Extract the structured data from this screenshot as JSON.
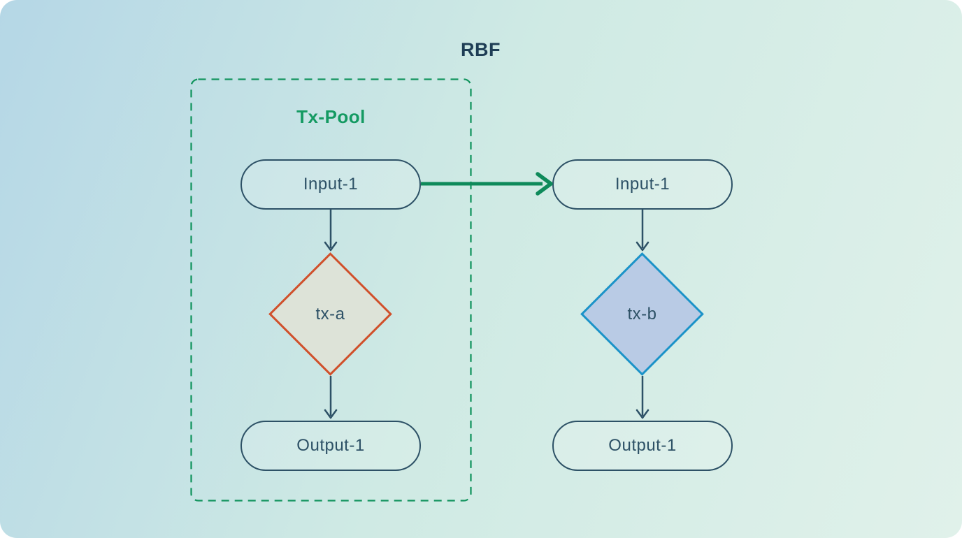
{
  "title": "RBF",
  "pool": {
    "label": "Tx-Pool",
    "input": "Input-1",
    "tx": "tx-a",
    "output": "Output-1"
  },
  "replacement": {
    "input": "Input-1",
    "tx": "tx-b",
    "output": "Output-1"
  },
  "colors": {
    "bg-top-left": "#b5d7e6",
    "bg-mid": "#cfeae4",
    "bg-right": "#e0f1ea",
    "title-navy": "#1e3d55",
    "node-navy": "#2d5166",
    "pool-green": "#12945e",
    "pool-title-green": "#149a62",
    "rbf-green": "#0e8a5a",
    "txa-border": "#d0502b",
    "txa-fill": "#dde3d8",
    "txb-border": "#1b93c8",
    "txb-fill": "#b9cbe5"
  }
}
